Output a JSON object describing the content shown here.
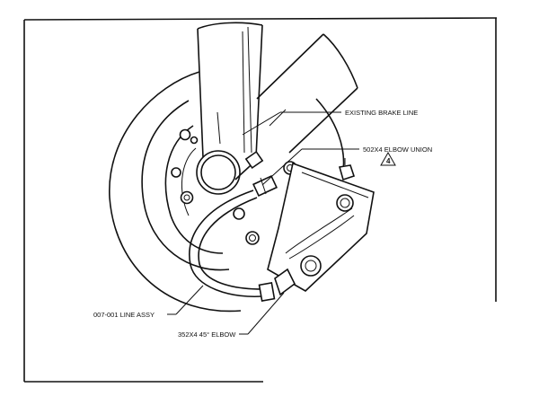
{
  "labels": {
    "existing_brake_line": "EXISTING BRAKE LINE",
    "elbow_union": "502X4 ELBOW UNION",
    "note_number": "4",
    "line_assy": "007-001 LINE ASSY",
    "elbow_45": "352X4 45° ELBOW"
  },
  "colors": {
    "ink": "#111111",
    "paper": "#ffffff"
  }
}
